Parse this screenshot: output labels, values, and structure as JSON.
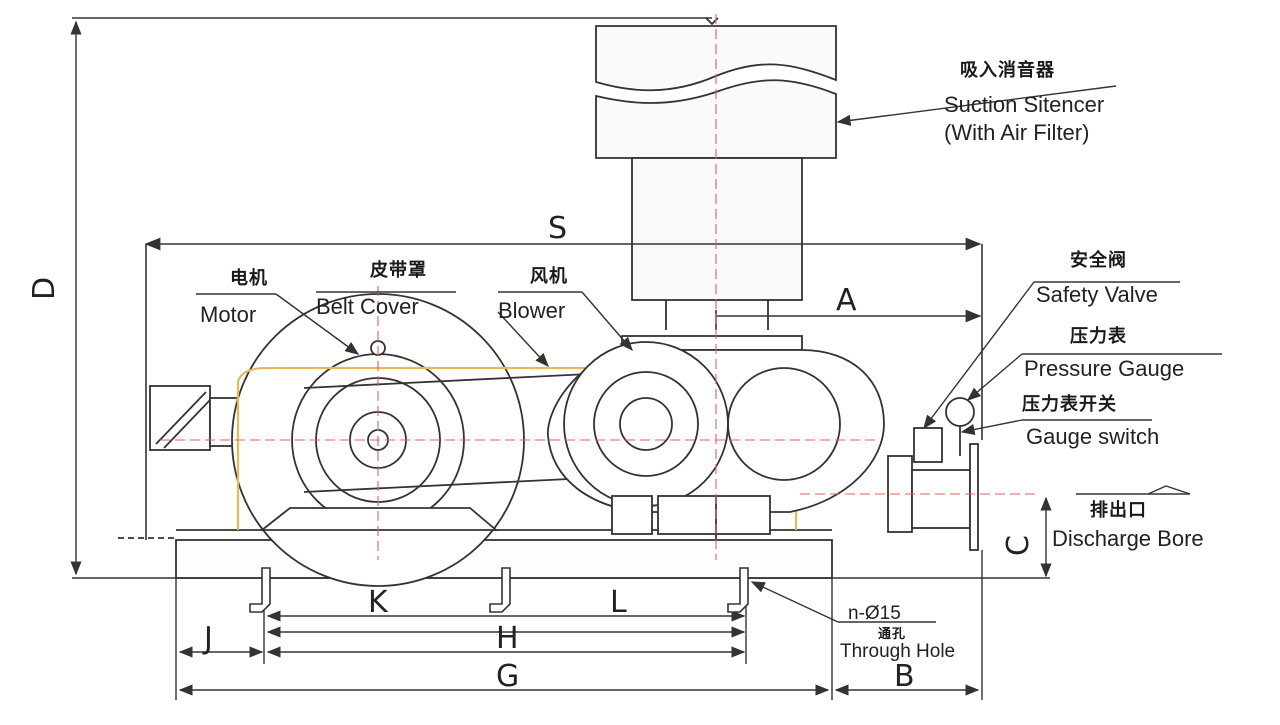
{
  "labels": {
    "suction_silencer_cn": "吸入消音器",
    "suction_silencer_en1": "Suction Sitencer",
    "suction_silencer_en2": "(With Air Filter)",
    "motor_cn": "电机",
    "motor_en": "Motor",
    "belt_cover_cn": "皮带罩",
    "belt_cover_en": "Belt Cover",
    "blower_cn": "风机",
    "blower_en": "Blower",
    "safety_valve_cn": "安全阀",
    "safety_valve_en": "Safety Valve",
    "pressure_gauge_cn": "压力表",
    "pressure_gauge_en": "Pressure Gauge",
    "gauge_switch_cn": "压力表开关",
    "gauge_switch_en": "Gauge switch",
    "discharge_cn": "排出口",
    "discharge_en": "Discharge Bore",
    "hole_spec": "n-Ø15",
    "hole_cn": "通孔",
    "hole_en": "Through Hole"
  },
  "dimensions": {
    "S": "S",
    "D": "D",
    "A": "A",
    "C": "C",
    "K": "K",
    "L": "L",
    "J": "J",
    "H": "H",
    "G": "G",
    "B": "B"
  },
  "colors": {
    "line": "#333333",
    "center_line": "#e06060",
    "belt_cover": "#e8b860"
  }
}
